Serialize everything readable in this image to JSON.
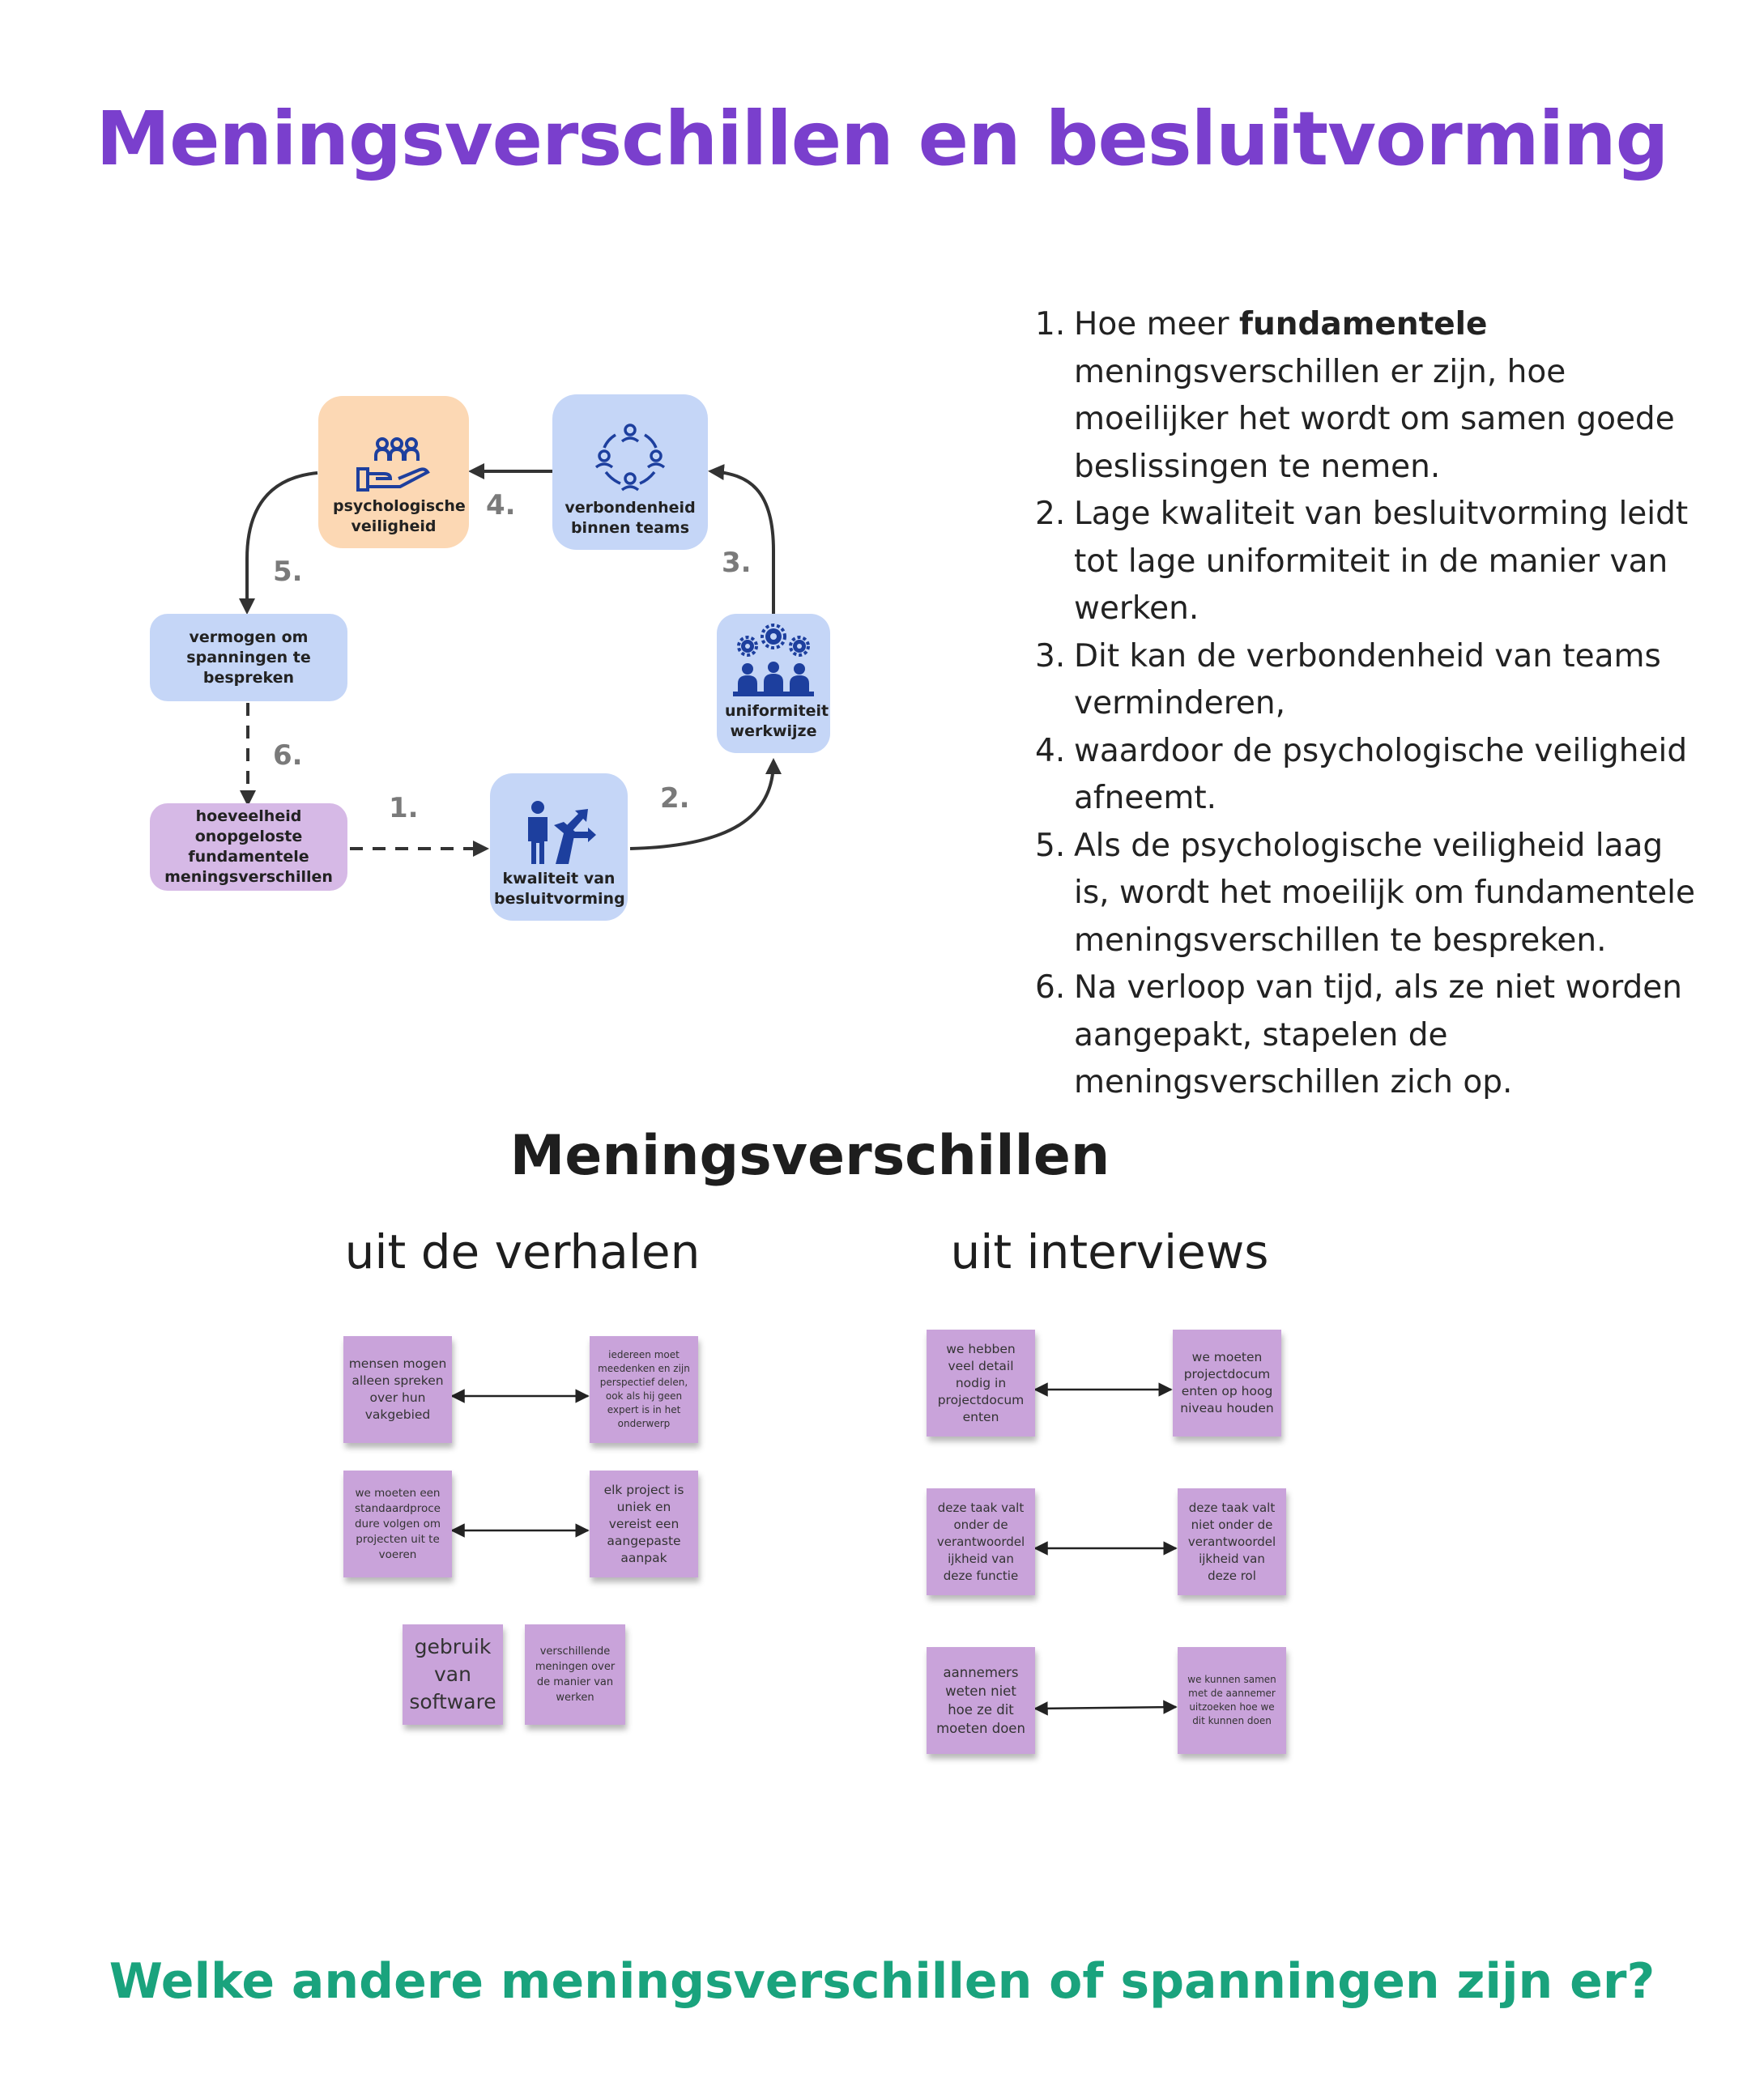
{
  "title": "Meningsverschillen en besluitvorming",
  "diagram": {
    "nodes": {
      "psych": "psychologische veiligheid",
      "verbond": "verbondenheid binnen teams",
      "vermogen": "vermogen om spanningen te bespreken",
      "uniform": "uniformiteit werkwijze",
      "hoeveel": "hoeveelheid onopgeloste fundamentele meningsverschillen",
      "kwaliteit": "kwaliteit van besluitvorming"
    },
    "steps": [
      "1.",
      "2.",
      "3.",
      "4.",
      "5.",
      "6."
    ],
    "colors": {
      "orange": "#fcd8b4",
      "blue": "#c5d6f7",
      "purple": "#d6b9e6",
      "icon": "#1d3f9e"
    }
  },
  "explanation": [
    {
      "num": "1.",
      "pre": "Hoe meer ",
      "bold": "fundamentele",
      "post": " meningsverschillen er zijn, hoe moeilijker het wordt om samen goede beslissingen te nemen."
    },
    {
      "num": "2.",
      "text": "Lage kwaliteit van besluitvorming leidt tot lage uniformiteit in de manier van werken."
    },
    {
      "num": "3.",
      "text": "Dit kan de verbondenheid van teams verminderen,"
    },
    {
      "num": "4.",
      "text": "waardoor de psychologische veiligheid afneemt."
    },
    {
      "num": "5.",
      "text": "Als de psychologische veiligheid laag is, wordt het moeilijk om fundamentele meningsverschillen te bespreken."
    },
    {
      "num": "6.",
      "text": "Na verloop van tijd, als ze niet worden aangepakt, stapelen de meningsverschillen zich op."
    }
  ],
  "subtitle": "Meningsverschillen",
  "columns": {
    "left": "uit de verhalen",
    "right": "uit interviews"
  },
  "stickies": {
    "l1a": "mensen mogen alleen spreken over hun vakgebied",
    "l1b": "iedereen moet meedenken en zijn perspectief delen, ook als hij geen expert is in het onderwerp",
    "l2a": "we moeten een standaardproce dure volgen om projecten uit te voeren",
    "l2b": "elk project is uniek en vereist een aangepaste aanpak",
    "l3a": "gebruik van software",
    "l3b": "verschillende meningen over de manier van werken",
    "r1a": "we hebben veel detail nodig in projectdocum enten",
    "r1b": "we moeten projectdocum enten op hoog niveau houden",
    "r2a": "deze taak valt onder de verantwoordel ijkheid van deze functie",
    "r2b": "deze taak valt niet onder de verantwoordel ijkheid van deze rol",
    "r3a": "aannemers weten niet hoe ze dit moeten doen",
    "r3b": "we kunnen samen met de aannemer uitzoeken hoe we dit kunnen doen"
  },
  "question": "Welke andere meningsverschillen of spanningen zijn er?"
}
